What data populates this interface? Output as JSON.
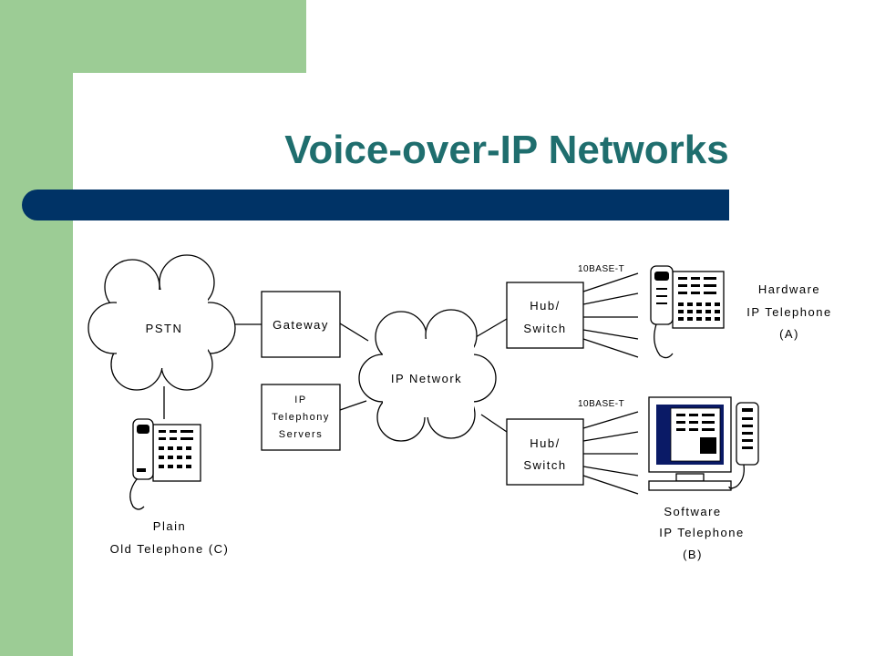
{
  "slide": {
    "title": "Voice-over-IP Networks",
    "colors": {
      "sidebar": "#9ccc95",
      "title": "#1f6e6e",
      "bar": "#003366"
    }
  },
  "diagram": {
    "pstn_label": "PSTN",
    "gateway_label": "Gateway",
    "ip_network_label": "IP Network",
    "ip_telephony_servers_label": [
      "IP",
      "Telephony",
      "Servers"
    ],
    "hub_switch_label": [
      "Hub/",
      "Switch"
    ],
    "hub_switch_bottom_label": [
      "Hub/",
      "Switch"
    ],
    "cable_top_label": "10BASE-T",
    "cable_bottom_label": "10BASE-T",
    "hardware_phone_label": [
      "Hardware",
      "IP Telephone",
      "(A)"
    ],
    "software_phone_label": [
      "Software",
      "IP Telephone",
      "(B)"
    ],
    "plain_phone_label": [
      "Plain",
      "Old Telephone (C)"
    ]
  }
}
